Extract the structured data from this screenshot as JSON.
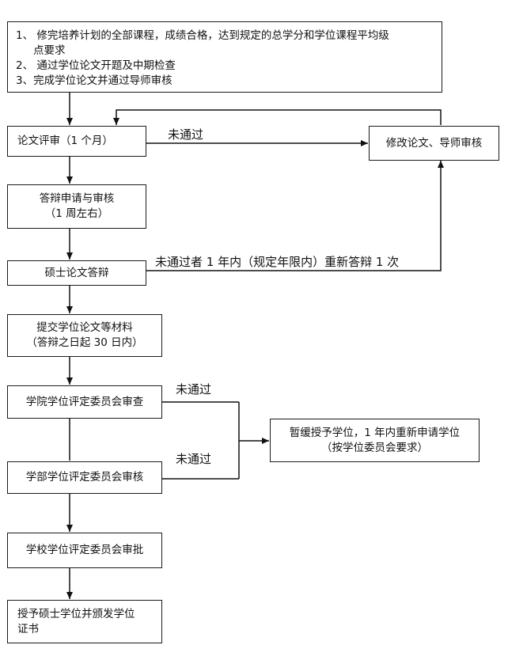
{
  "requirements": {
    "item1_line1": "1、 修完培养计划的全部课程，成绩合格，达到规定的总学分和学位课程平均级",
    "item1_line2": "点要求",
    "item2": "2、 通过学位论文开题及中期检查",
    "item3": "3、完成学位论文并通过导师审核"
  },
  "steps": {
    "review": "论文评审（1 个月）",
    "defense_apply_line1": "答辩申请与审核",
    "defense_apply_line2": "（1 周左右）",
    "defense": "硕士论文答辩",
    "submit_line1": "提交学位论文等材料",
    "submit_line2": "（答辩之日起 30 日内）",
    "college_review": "学院学位评定委员会审查",
    "division_review": "学部学位评定委员会审核",
    "university_approve": "学校学位评定委员会审批",
    "award_line1": "授予硕士学位并颁发学位",
    "award_line2": "证书"
  },
  "side": {
    "revise": "修改论文、导师审核",
    "defer_line1": "暂缓授予学位，1 年内重新申请学位",
    "defer_line2": "（按学位委员会要求）"
  },
  "labels": {
    "fail_review": "未通过",
    "fail_defense": "未通过者 1 年内（规定年限内）重新答辩 1 次",
    "fail_college": "未通过",
    "fail_division": "未通过"
  }
}
